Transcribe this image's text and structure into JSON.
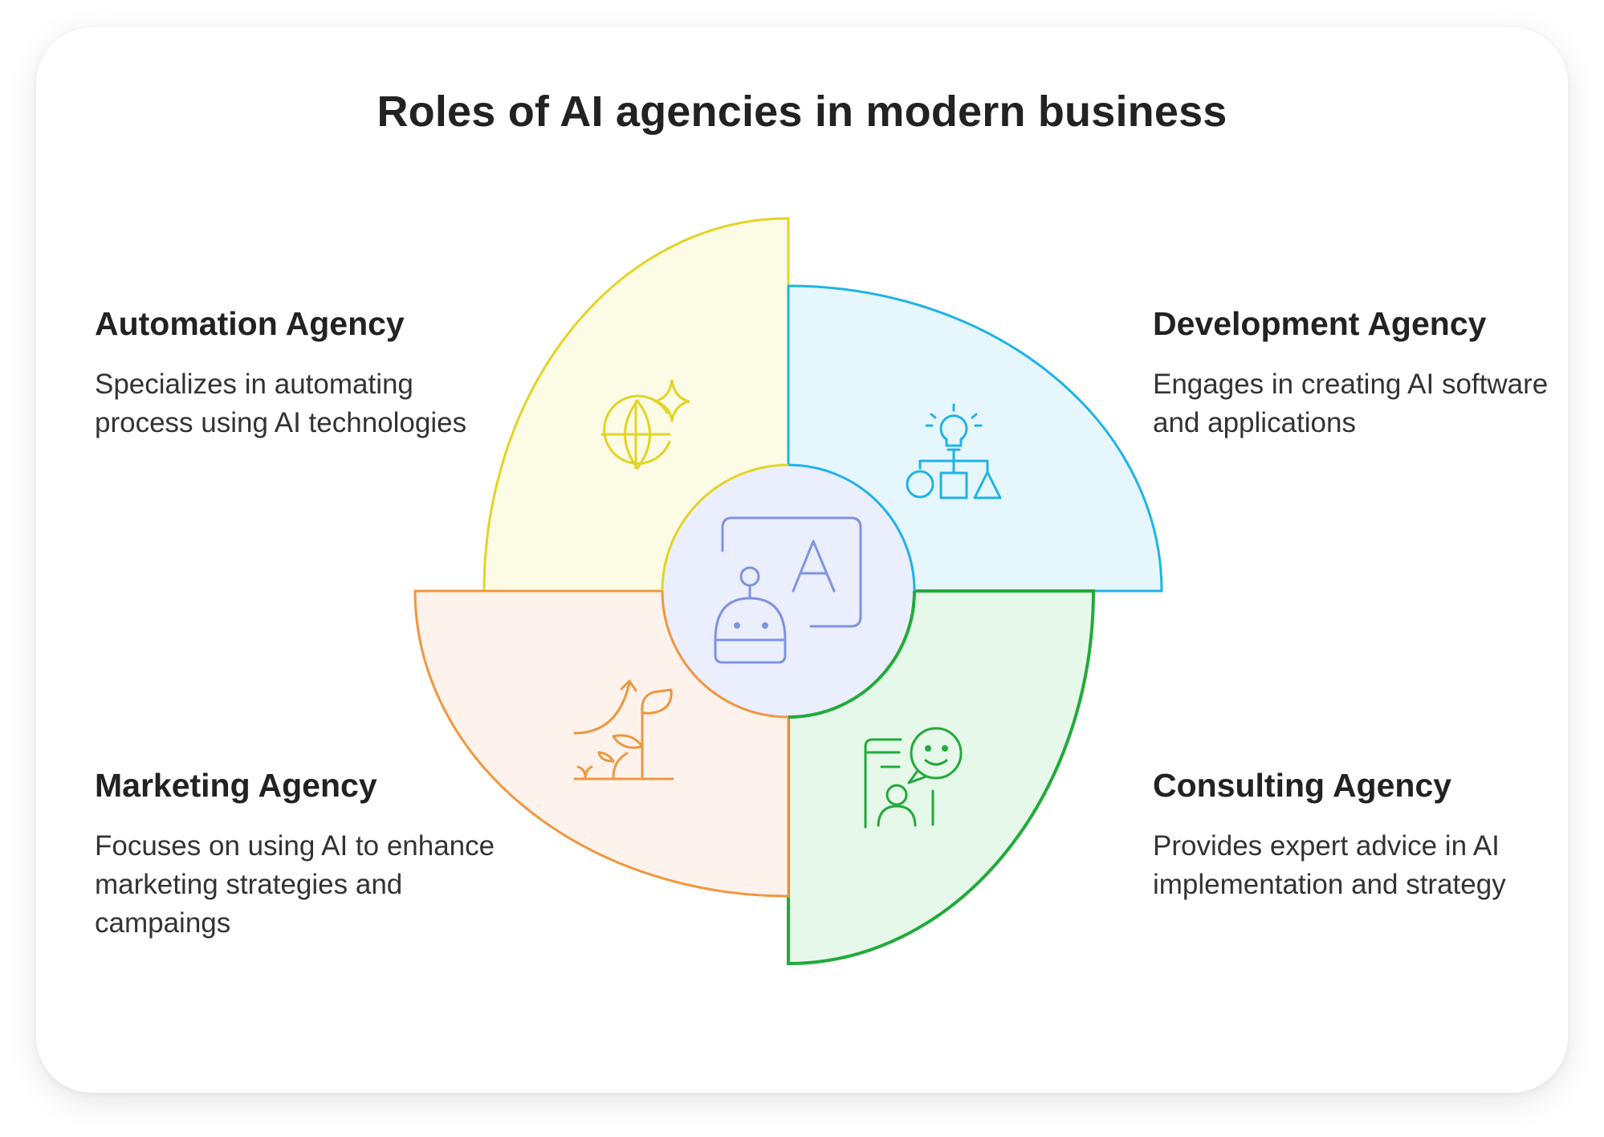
{
  "title": "Roles of AI agencies in modern business",
  "colors": {
    "automation": "#e3d425",
    "development": "#1fb3e8",
    "consulting": "#22aa3a",
    "marketing": "#f0963e",
    "center": "#7f93e2"
  },
  "segments": [
    {
      "id": "automation",
      "heading": "Automation Agency",
      "description": "Specializes in automating process using AI technologies",
      "icon": "globe-sparkle-icon"
    },
    {
      "id": "development",
      "heading": "Development Agency",
      "description": "Engages in creating AI software and applications",
      "icon": "lightbulb-shapes-icon"
    },
    {
      "id": "marketing",
      "heading": "Marketing Agency",
      "description": "Focuses on using AI to enhance marketing strategies and campaings",
      "icon": "growth-plant-icon"
    },
    {
      "id": "consulting",
      "heading": "Consulting Agency",
      "description": "Provides expert advice in AI implementation and strategy",
      "icon": "consultant-chat-icon"
    }
  ],
  "center": {
    "icon": "ai-robot-icon"
  }
}
